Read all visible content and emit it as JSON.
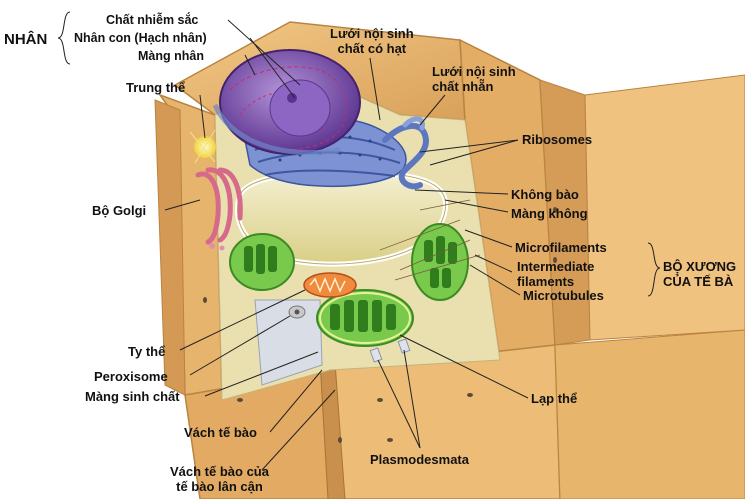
{
  "nucleus_group": {
    "title": "NHÂN",
    "items": [
      "Chất nhiễm sắc",
      "Nhân con (Hạch nhân)",
      "Màng nhân"
    ]
  },
  "labels": {
    "rough_er": [
      "Lưới nội sinh",
      "chất có hạt"
    ],
    "smooth_er": [
      "Lưới nội sinh",
      "chất nhẵn"
    ],
    "ribosomes": "Ribosomes",
    "centrosome": "Trung thể",
    "vacuole": "Không bào",
    "vacuole_membrane": "Màng không",
    "golgi": "Bộ Golgi",
    "microfilaments": "Microfilaments",
    "intermediate_filaments": [
      "Intermediate",
      "filaments"
    ],
    "microtubules": "Microtubules",
    "mitochondrion": "Ty thể",
    "peroxisome": "Peroxisome",
    "plasma_membrane": "Màng sinh chất",
    "chloroplast": "Lạp thể",
    "cell_wall": "Vách tế bào",
    "neighbor_wall": [
      "Vách tế bào của",
      "tế bào lân cận"
    ],
    "plasmodesmata": "Plasmodesmata"
  },
  "cytoskeleton_group": {
    "title": [
      "BỘ XƯƠNG",
      "CỦA TẾ BÀ"
    ]
  },
  "colors": {
    "cell_wall": "#e8b56c",
    "cytoplasm": "#e9dfa8",
    "nucleus": "#7b4fb0",
    "er": "#6f86c8",
    "vacuole": "#e6dfa0",
    "chloroplast": "#5bb33a",
    "mitochondrion": "#e8742c",
    "golgi": "#e48fa7"
  }
}
